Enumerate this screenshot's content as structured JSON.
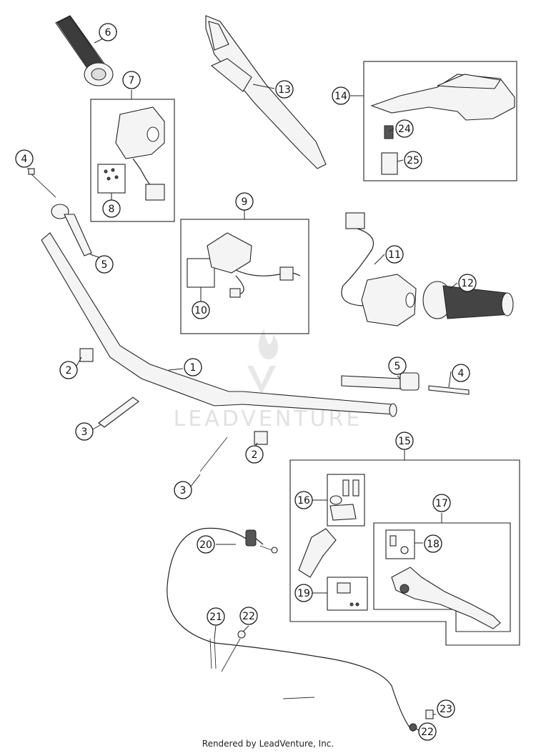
{
  "callouts": [
    "1",
    "2",
    "3",
    "4",
    "5",
    "6",
    "7",
    "8",
    "9",
    "10",
    "11",
    "12",
    "13",
    "14",
    "15",
    "16",
    "17",
    "18",
    "19",
    "20",
    "21",
    "22",
    "23",
    "24",
    "25"
  ],
  "watermark": "LEADVENTURE",
  "footer": "Rendered by LeadVenture, Inc."
}
